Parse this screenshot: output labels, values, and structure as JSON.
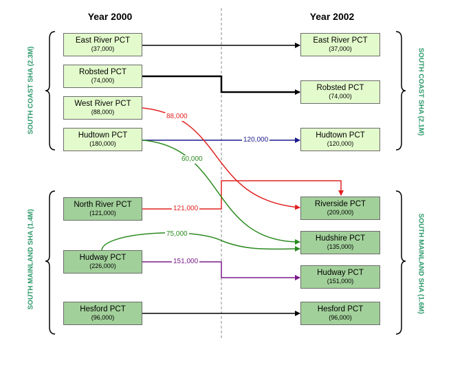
{
  "headers": {
    "left": "Year 2000",
    "right": "Year 2002"
  },
  "colors": {
    "light_box": "#e3fbcc",
    "dark_box": "#a2d09a",
    "side_label": "#2e9a6c",
    "black": "#000000",
    "red": "#e02020",
    "green": "#2a8a1e",
    "navy": "#1a1a8c",
    "purple": "#7a1a8a"
  },
  "left_boxes": {
    "east_river": {
      "name": "East River PCT",
      "pop": "(37,000)"
    },
    "robsted": {
      "name": "Robsted PCT",
      "pop": "(74,000)"
    },
    "west_river": {
      "name": "West River PCT",
      "pop": "(88,000)"
    },
    "hudtown": {
      "name": "Hudtown PCT",
      "pop": "(180,000)"
    },
    "north_river": {
      "name": "North River PCT",
      "pop": "(121,000)"
    },
    "hudway": {
      "name": "Hudway PCT",
      "pop": "(226,000)"
    },
    "hesford": {
      "name": "Hesford PCT",
      "pop": "(96,000)"
    }
  },
  "right_boxes": {
    "east_river": {
      "name": "East River PCT",
      "pop": "(37,000)"
    },
    "robsted": {
      "name": "Robsted PCT",
      "pop": "(74,000)"
    },
    "hudtown": {
      "name": "Hudtown PCT",
      "pop": "(120,000)"
    },
    "riverside": {
      "name": "Riverside PCT",
      "pop": "(209,000)"
    },
    "hudshire": {
      "name": "Hudshire PCT",
      "pop": "(135,000)"
    },
    "hudway": {
      "name": "Hudway PCT",
      "pop": "(151,000)"
    },
    "hesford": {
      "name": "Hesford PCT",
      "pop": "(96,000)"
    }
  },
  "flow_labels": {
    "west_river_flow": "88,000",
    "hudtown_stay": "120,000",
    "hudtown_flow": "60,000",
    "north_river_flow": "121,000",
    "hudway_flow": "75,000",
    "hudway_stay": "151,000"
  },
  "side_labels": {
    "left_top": "SOUTH COAST SHA (2.3M)",
    "left_bottom": "SOUTH MAINLAND SHA (1.4M)",
    "right_top": "SOUTH COAST SHA (2.1M)",
    "right_bottom": "SOUTH MAINLAND SHA (1.6M)"
  }
}
